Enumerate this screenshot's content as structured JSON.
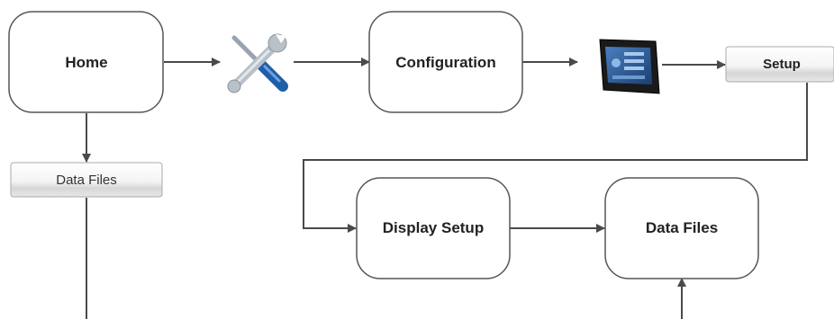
{
  "nodes": {
    "home": "Home",
    "configuration": "Configuration",
    "display_setup": "Display Setup",
    "data_files": "Data Files"
  },
  "tabs": {
    "data_files": "Data Files",
    "setup": "Setup"
  },
  "icons": {
    "tools": "wrench-screwdriver-icon",
    "display": "display-terminal-icon"
  },
  "colors": {
    "line": "#4a4a4a",
    "box_border": "#555555",
    "tool_blue": "#1f5fa8",
    "tool_steel": "#b8c0c8",
    "screen_blue": "#2c5d9a"
  }
}
